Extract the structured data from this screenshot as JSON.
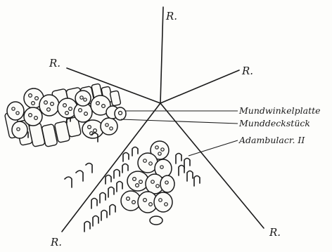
{
  "ray_labels": {
    "top": "R.",
    "upper_left": "R.",
    "upper_right": "R.",
    "lower_left": "R.",
    "lower_right": "R."
  },
  "annotations": {
    "mundwinkelplatte": "Mundwinkelplatte",
    "munddeckstueck": "Munddeckstück",
    "adambulacr": "Adambulacr. II"
  }
}
